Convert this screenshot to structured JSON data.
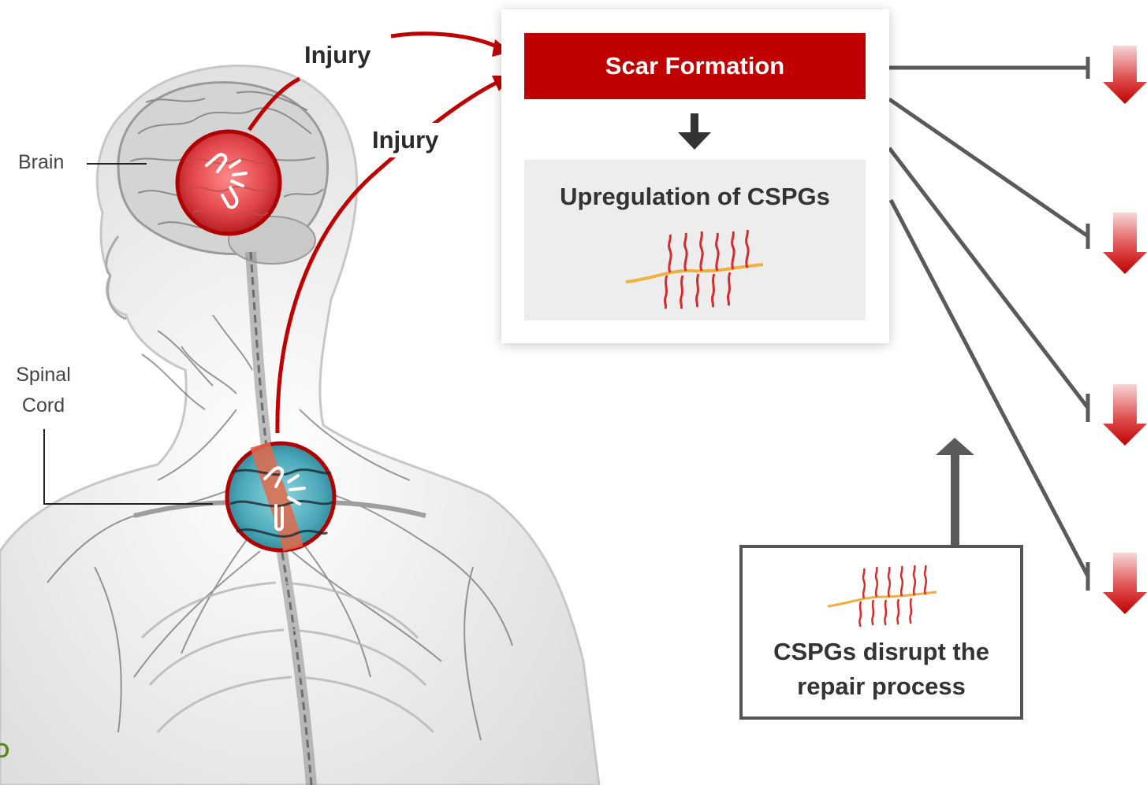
{
  "labels": {
    "brain": "Brain",
    "spinal_cord_line1": "Spinal",
    "spinal_cord_line2": "Cord",
    "injury_top": "Injury",
    "injury_second": "Injury"
  },
  "flow": {
    "scar_formation": "Scar Formation",
    "upregulation": "Upregulation of CSPGs",
    "disrupt_line1": "CSPGs disrupt the",
    "disrupt_line2": "repair process"
  },
  "logo_fragment": "O",
  "colors": {
    "accent_red": "#c00000",
    "connector_gray": "#555555",
    "box_gray": "#ededed",
    "cspg_backbone": "#f0b040",
    "cspg_chains": "#d42b2b",
    "spinal_injury_tint": "#5bb8c8"
  },
  "icons": {
    "brain_injury": "broken-link-icon",
    "spinal_injury": "broken-link-icon",
    "cspg_molecule": "cspg-molecule-icon",
    "down_arrows": "red-down-arrow-icon"
  }
}
